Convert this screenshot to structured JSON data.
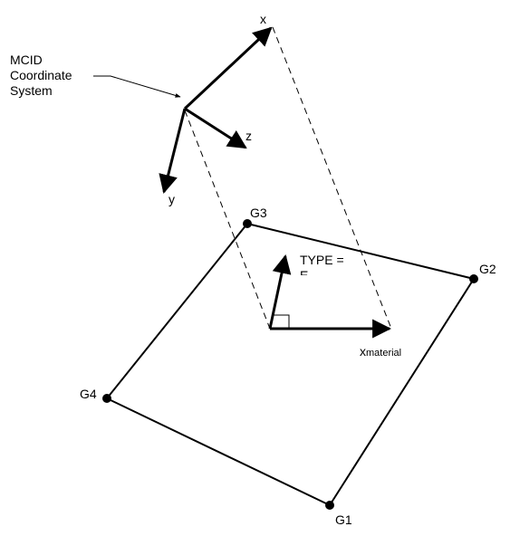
{
  "labels": {
    "mcid_line1": "MCID",
    "mcid_line2": "Coordinate",
    "mcid_line3": "System",
    "axis_x": "x",
    "axis_y": "y",
    "axis_z": "z",
    "type_text": "TYPE =",
    "type_cut": "E",
    "x_material_base": "x",
    "x_material_sub": "material"
  },
  "grid_points": [
    {
      "id": "g1",
      "label": "G1"
    },
    {
      "id": "g2",
      "label": "G2"
    },
    {
      "id": "g3",
      "label": "G3"
    },
    {
      "id": "g4",
      "label": "G4"
    }
  ],
  "colors": {
    "ink": "#000000",
    "background": "#ffffff"
  }
}
